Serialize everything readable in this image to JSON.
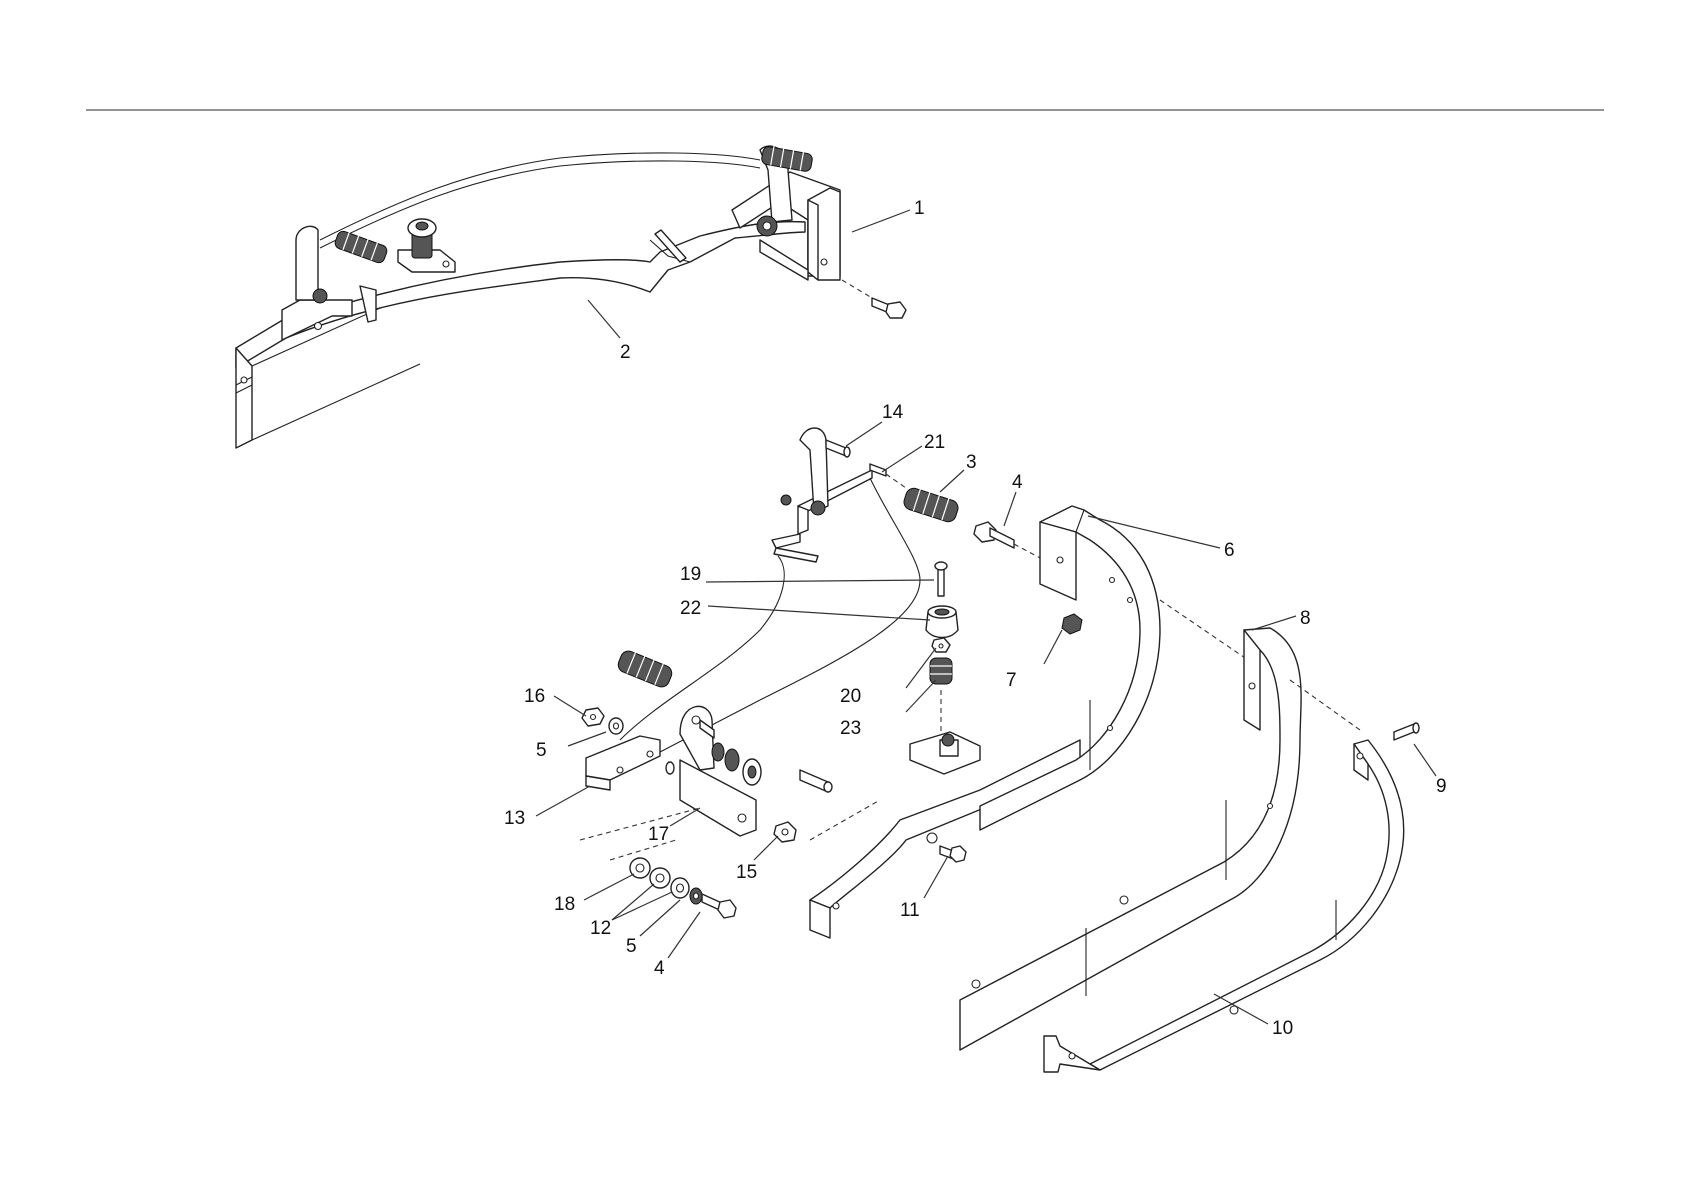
{
  "callouts": [
    {
      "id": "c1",
      "text": "1"
    },
    {
      "id": "c2",
      "text": "2"
    },
    {
      "id": "c3",
      "text": "3"
    },
    {
      "id": "c4a",
      "text": "4"
    },
    {
      "id": "c6",
      "text": "6"
    },
    {
      "id": "c8",
      "text": "8"
    },
    {
      "id": "c7",
      "text": "7"
    },
    {
      "id": "c9",
      "text": "9"
    },
    {
      "id": "c10",
      "text": "10"
    },
    {
      "id": "c11",
      "text": "11"
    },
    {
      "id": "c12",
      "text": "12"
    },
    {
      "id": "c13",
      "text": "13"
    },
    {
      "id": "c14",
      "text": "14"
    },
    {
      "id": "c15",
      "text": "15"
    },
    {
      "id": "c16",
      "text": "16"
    },
    {
      "id": "c17",
      "text": "17"
    },
    {
      "id": "c18",
      "text": "18"
    },
    {
      "id": "c19",
      "text": "19"
    },
    {
      "id": "c20",
      "text": "20"
    },
    {
      "id": "c21",
      "text": "21"
    },
    {
      "id": "c22",
      "text": "22"
    },
    {
      "id": "c23",
      "text": "23"
    },
    {
      "id": "c5a",
      "text": "5"
    },
    {
      "id": "c5b",
      "text": "5"
    },
    {
      "id": "c4b",
      "text": "4"
    }
  ]
}
